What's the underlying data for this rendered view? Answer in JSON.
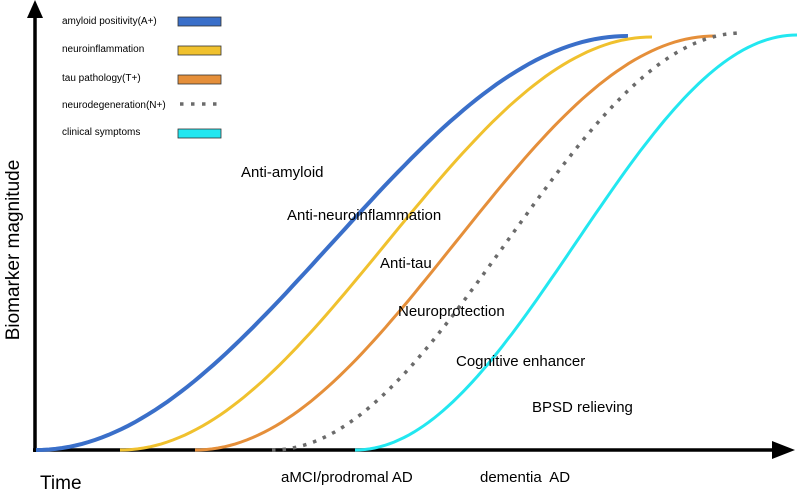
{
  "axes": {
    "y_label": "Biomarker magnitude",
    "x_label": "Time"
  },
  "legend": [
    {
      "label": "amyloid positivity(A+)",
      "color": "#3a6fc9",
      "style": "solid"
    },
    {
      "label": "neuroinflammation",
      "color": "#f0c12e",
      "style": "solid"
    },
    {
      "label": "tau pathology(T+)",
      "color": "#e58f3a",
      "style": "solid"
    },
    {
      "label": "neurodegeneration(N+)",
      "color": "#6b6b6b",
      "style": "dotted"
    },
    {
      "label": "clinical symptoms",
      "color": "#22e7f0",
      "style": "solid"
    }
  ],
  "curves": [
    {
      "key": "amyloid",
      "color": "#3a6fc9",
      "style": "solid"
    },
    {
      "key": "neuroinflammation",
      "color": "#f0c12e",
      "style": "solid"
    },
    {
      "key": "tau",
      "color": "#e58f3a",
      "style": "solid"
    },
    {
      "key": "neurodegeneration",
      "color": "#6b6b6b",
      "style": "dotted"
    },
    {
      "key": "clinical",
      "color": "#22e7f0",
      "style": "solid"
    }
  ],
  "therapies": [
    "Anti-amyloid",
    "Anti-neuroinflammation",
    "Anti-tau",
    "Neuroprotection",
    "Cognitive enhancer",
    "BPSD relieving"
  ],
  "stages": [
    "aMCI/prodromal AD",
    "dementia  AD"
  ]
}
